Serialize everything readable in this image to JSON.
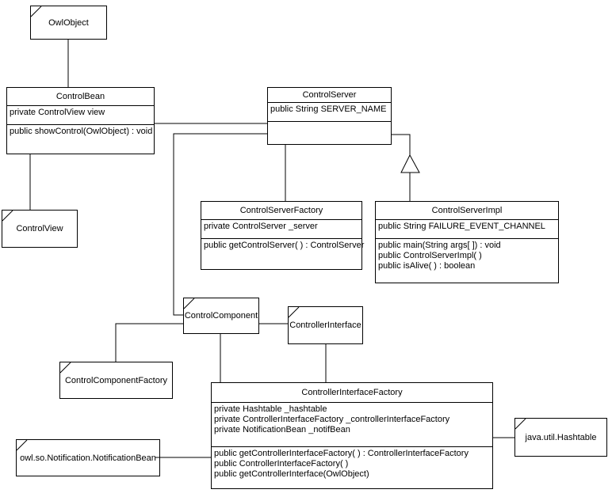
{
  "diagram_type": "uml-class-diagram",
  "colors": {
    "background": "#ffffff",
    "line": "#000000",
    "box_fill": "#ffffff",
    "text": "#000000"
  },
  "icons": {
    "generalization_arrow": "hollow-triangle-up",
    "fold_corner": "diagonal-corner-notch"
  },
  "classes": {
    "owlobject": {
      "title": "OwlObject"
    },
    "controlbean": {
      "title": "ControlBean",
      "attributes": [
        "private ControlView view"
      ],
      "methods": [
        "public showControl(OwlObject) : void"
      ]
    },
    "controlserver": {
      "title": "ControlServer",
      "attributes": [
        "public String SERVER_NAME"
      ],
      "methods": []
    },
    "controlview": {
      "title": "ControlView"
    },
    "controlserverfactory": {
      "title": "ControlServerFactory",
      "attributes": [
        "private ControlServer _server"
      ],
      "methods": [
        "public getControlServer( ) : ControlServer"
      ]
    },
    "controlserverimpl": {
      "title": "ControlServerImpl",
      "attributes": [
        "public String FAILURE_EVENT_CHANNEL"
      ],
      "methods": [
        "public main(String args[ ]) : void",
        "public ControlServerImpl( )",
        "public isAlive( ) : boolean"
      ]
    },
    "controlcomponent": {
      "title": "ControlComponent"
    },
    "controllerinterface": {
      "title": "ControllerInterface"
    },
    "controlcomponentfactory": {
      "title": "ControlComponentFactory"
    },
    "controllerinterfacefactory": {
      "title": "ControllerInterfaceFactory",
      "attributes": [
        "private Hashtable _hashtable",
        "private ControllerInterfaceFactory _controllerInterfaceFactory",
        "private NotificationBean _notifBean"
      ],
      "methods": [
        "public getControllerInterfaceFactory( ) : ControllerInterfaceFactory",
        "public ControllerInterfaceFactory( )",
        "public getControllerInterface(OwlObject)"
      ]
    },
    "notificationbean": {
      "title": "owl.so.Notification.NotificationBean"
    },
    "hashtable": {
      "title": "java.util.Hashtable"
    }
  }
}
